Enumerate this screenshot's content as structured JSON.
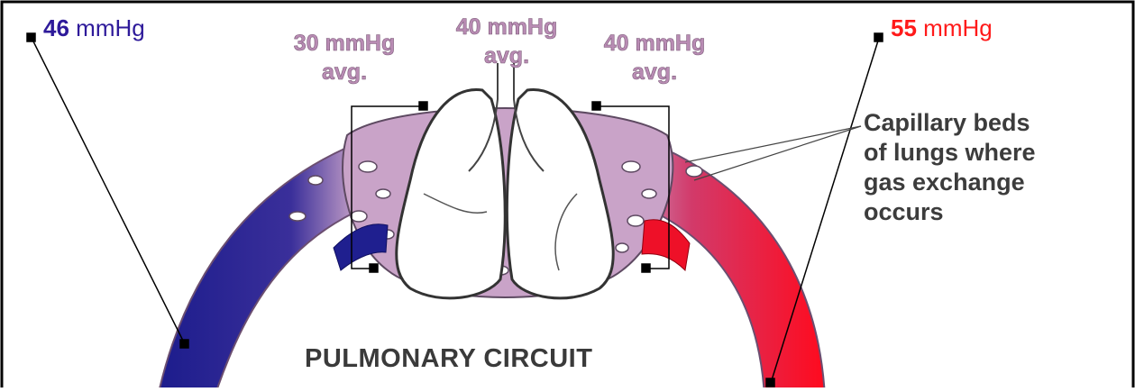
{
  "left_pressure": {
    "value": "46",
    "unit": "mmHg",
    "color": "#2e1a9a"
  },
  "right_pressure": {
    "value": "55",
    "unit": "mmHg",
    "color": "#ff1a1a"
  },
  "capillary_pressures": [
    {
      "value": "30 mmHg",
      "sub": "avg."
    },
    {
      "value": "40 mmHg",
      "sub": "avg."
    },
    {
      "value": "40 mmHg",
      "sub": "avg."
    }
  ],
  "capillary_label": [
    "Capillary beds",
    "of lungs where",
    "gas exchange",
    "occurs"
  ],
  "circuit_title": "PULMONARY CIRCUIT",
  "colors": {
    "deoxygenated": "#1f1f8f",
    "oxygenated": "#e8102a",
    "capillary": "#c9a3c8",
    "border": "#000000"
  }
}
